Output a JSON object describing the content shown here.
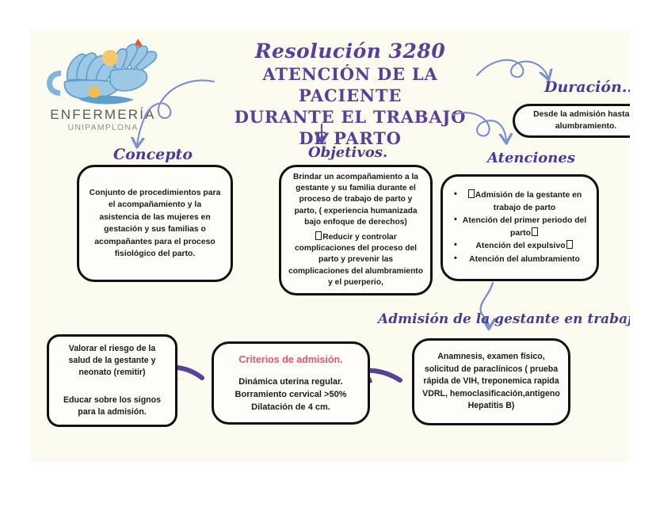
{
  "canvas": {
    "background_color": "#fcfbef",
    "page_background": "#ffffff"
  },
  "logo": {
    "name": "enfermeria-unipamplona-logo",
    "main_text": "ENFERMERÍA",
    "sub_text": "UNIPAMPLONA",
    "hand_color": "#8fc0e0",
    "hand_outline": "#5b9ec9",
    "dot_color": "#f3c96b",
    "flame_outer": "#e8542f",
    "flame_inner": "#f6c445",
    "text_color": "#5a5a5a"
  },
  "title": {
    "line1": "Resolución 3280",
    "line2": "ATENCIÓN DE LA PACIENTE",
    "line3": "DURANTE EL TRABAJO DE PARTO",
    "color": "#5b3f96"
  },
  "headings": {
    "concepto": "Concepto",
    "objetivos": "Objetivos.",
    "atenciones": "Atenciones",
    "duracion": "Duración...",
    "admision": "Admisión de la gestante en trabajo de parto.",
    "color": "#4a3b97"
  },
  "boxes": {
    "concepto": {
      "text": "Conjunto de procedimientos para el acompañamiento y la asistencia de las mujeres en gestación y sus familias o acompañantes para el proceso fisiológico del parto."
    },
    "objetivos": {
      "paragraph1": "Brindar un acompañamiento a la gestante y su familia durante el proceso de trabajo de parto y parto, ( experiencia humanizada bajo  enfoque de derechos)",
      "paragraph2": "Reducir y controlar complicaciones del proceso del parto y prevenir las complicaciones del alumbramiento y el puerperio,"
    },
    "atenciones": {
      "items": [
        "Admisión de la gestante en trabajo de parto",
        "Atención del primer periodo del parto",
        "Atención del expulsivo",
        "Atención del alumbramiento"
      ]
    },
    "duracion": {
      "text": "Desde la admisión hasta el alumbramiento."
    },
    "anamnesis": {
      "text": "Anamnesis, examen físico, solicitud de paraclínicos ( prueba rápida de VIH, treponemica rapida VDRL, hemoclasificación,antigeno Hepatitis B)"
    },
    "criterios": {
      "title": "Criterios de admisión.",
      "title_color": "#e8556c",
      "line1": "Dinámica uterina regular.",
      "line2": "Borramiento cervical >50%",
      "line3": "Dilatación de 4 cm."
    },
    "valorar": {
      "line1": "Valorar el riesgo de la salud de la gestante y neonato (remitir)",
      "line2": "Educar sobre los signos para la admisión."
    }
  },
  "arrows": {
    "light_color": "#7a8ed0",
    "dark_color": "#5b4b9e",
    "thick_color": "#574296"
  }
}
